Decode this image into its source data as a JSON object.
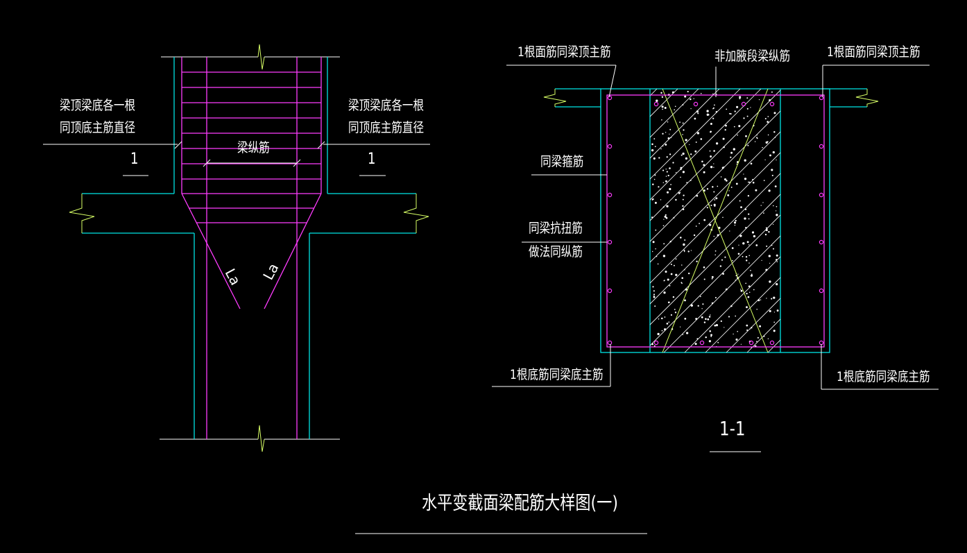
{
  "left_view": {
    "note_left_line1": "梁顶梁底各一根",
    "note_left_line2": "同顶底主筋直径",
    "note_right_line1": "梁顶梁底各一根",
    "note_right_line2": "同顶底主筋直径",
    "section_mark_left": "1",
    "section_mark_right": "1",
    "long_bar_label": "梁纵筋",
    "lap_left": "La",
    "lap_right": "La"
  },
  "section_view": {
    "top_left_label": "1根面筋同梁顶主筋",
    "top_mid_label": "非加腋段梁纵筋",
    "top_right_label": "1根面筋同梁顶主筋",
    "stirrup_label": "同梁箍筋",
    "torsion_line1": "同梁抗扭筋",
    "torsion_line2": "做法同纵筋",
    "bottom_left_label": "1根底筋同梁底主筋",
    "bottom_right_label": "1根底筋同梁底主筋",
    "section_name": "1-1"
  },
  "drawing_title": "水平变截面梁配筋大样图(一)",
  "colors": {
    "background": "#000000",
    "concrete_outline": "#00e5e5",
    "rebar": "#ff3cff",
    "break_line": "#d8ff66",
    "text": "#ffffff"
  }
}
